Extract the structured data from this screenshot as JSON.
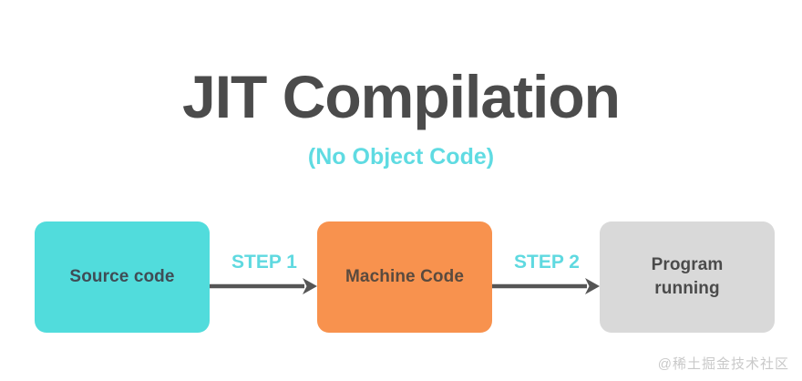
{
  "header": {
    "title": "JIT Compilation",
    "subtitle": "(No Object Code)"
  },
  "diagram": {
    "nodes": [
      {
        "id": "source",
        "label": "Source code",
        "color": "#51dcdc"
      },
      {
        "id": "machine",
        "label": "Machine Code",
        "color": "#f8924e"
      },
      {
        "id": "program",
        "label": "Program\nrunning",
        "line1": "Program",
        "line2": "running",
        "color": "#d9d9d9"
      }
    ],
    "connectors": [
      {
        "id": "step-1",
        "label": "STEP 1",
        "from": "source",
        "to": "machine"
      },
      {
        "id": "step-2",
        "label": "STEP 2",
        "from": "machine",
        "to": "program"
      }
    ],
    "arrow_color": "#555555",
    "accent_color": "#5fd9e0",
    "title_color": "#4b4b4b"
  },
  "watermark": {
    "text": "@稀土掘金技术社区"
  }
}
